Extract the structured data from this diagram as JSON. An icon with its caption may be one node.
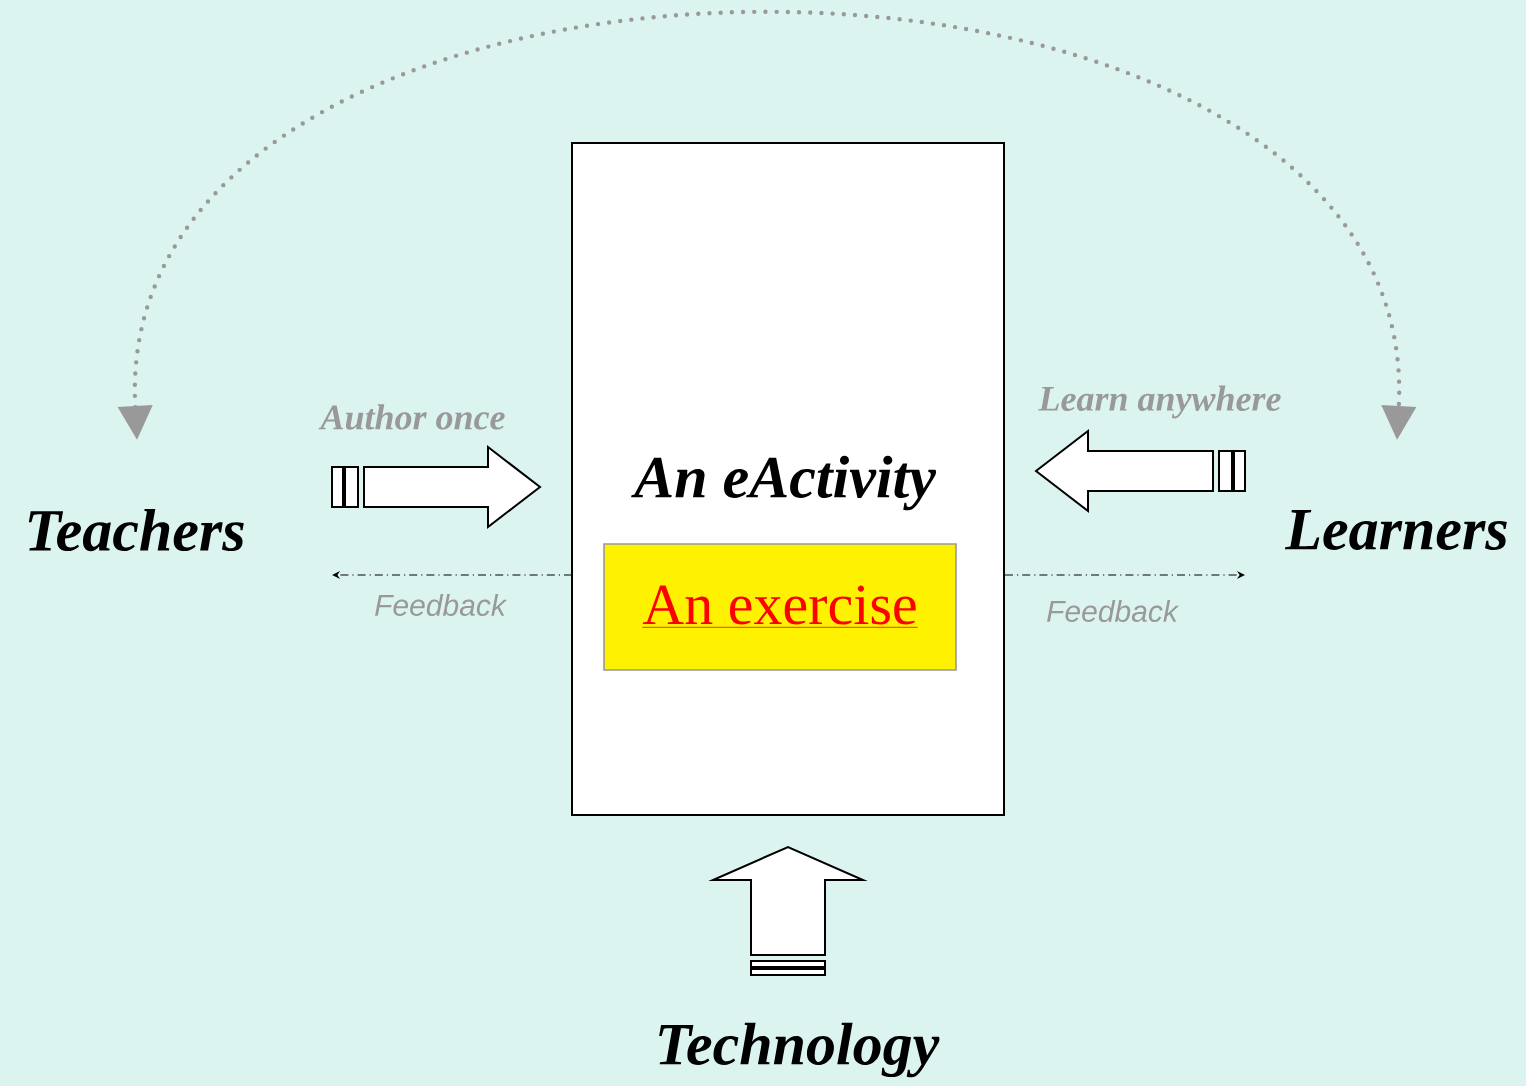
{
  "diagram": {
    "nodes": [
      {
        "text": [
          "Teachers"
        ]
      },
      {
        "text": [
          "An eActivity"
        ]
      },
      {
        "text": [
          "An exercise"
        ],
        "in": 1
      },
      {
        "text": [
          "Learners"
        ]
      },
      {
        "text": [
          "Technology"
        ]
      }
    ],
    "edges": [
      {
        "from": 0,
        "to": 1,
        "arrow": "to",
        "label": "Author once"
      },
      {
        "from": 3,
        "to": 1,
        "arrow": "to",
        "label": "Learn anywhere"
      },
      {
        "from": 4,
        "to": 1,
        "arrow": "to"
      },
      {
        "from": 1,
        "to": 0,
        "arrow": "to",
        "label": "Feedback",
        "style": "dashed"
      },
      {
        "from": 1,
        "to": 3,
        "arrow": "to",
        "label": "Feedback",
        "style": "dashed"
      },
      {
        "from": 0,
        "to": 3,
        "arrow": "both",
        "style": "dashed",
        "color": "#999999"
      }
    ]
  }
}
